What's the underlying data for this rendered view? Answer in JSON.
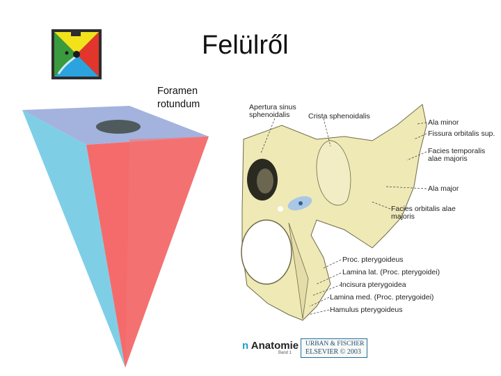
{
  "slide": {
    "title": "Felülről",
    "foramen_label_line1": "Foramen",
    "foramen_label_line2": "rotundum"
  },
  "colors": {
    "left_face": "#7ecfe6",
    "right_face": "#f56b6b",
    "top_face": "#a3b3de",
    "hole": "#4f5a5d",
    "bone": "#efe9b6",
    "highlight": "#a9c8e6"
  },
  "logo": {
    "icon": "quadrant-diamond-logo"
  },
  "anatomy_labels": [
    "Apertura sinus sphenoidalis",
    "Crista sphenoidalis",
    "Ala minor",
    "Fissura orbitalis sup.",
    "Facies temporalis alae majoris",
    "Ala major",
    "Facies orbitalis alae majoris",
    "Proc. pterygoideus",
    "Lamina lat. (Proc. pterygoidei)",
    "Incisura pterygoidea",
    "Lamina med. (Proc. pterygoidei)",
    "Hamulus pterygoideus"
  ],
  "publisher": {
    "book_first": "n",
    "book_rest": " Anatomie",
    "volume": "Band 1",
    "line1": "URBAN & FISCHER",
    "line2": "ELSEVIER © 2003"
  }
}
